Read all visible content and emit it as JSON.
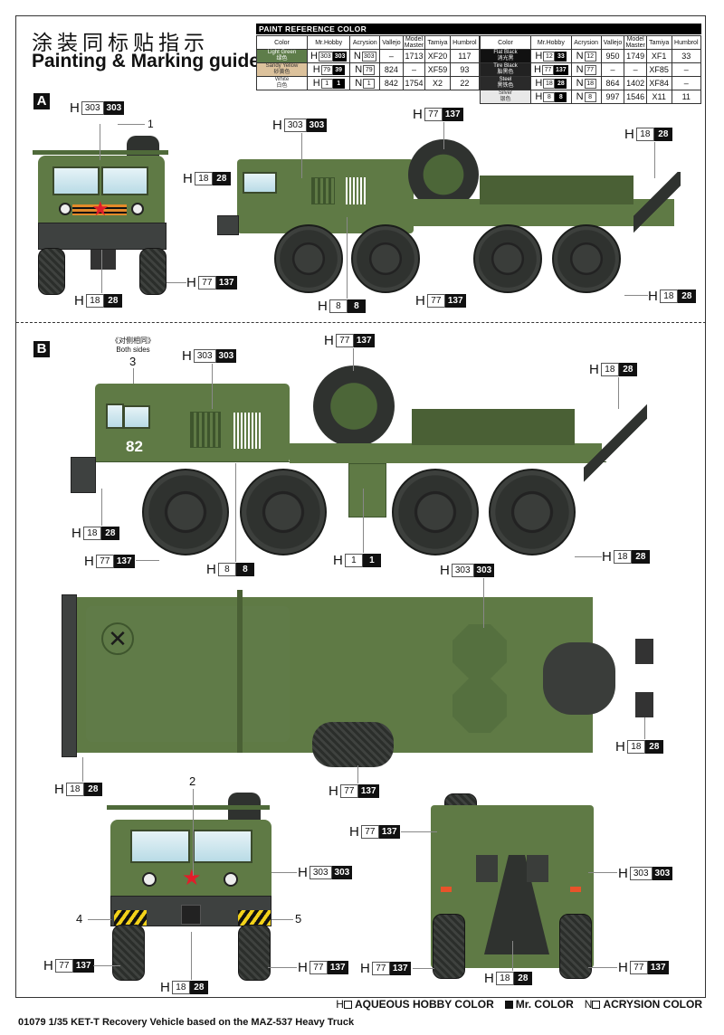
{
  "title": {
    "cn": "涂装同标贴指示",
    "en": "Painting & Marking guide"
  },
  "paint_table": {
    "header": "PAINT  REFERENCE COLOR",
    "columns": [
      "Color",
      "Mr.Hobby",
      "Acrysion",
      "Vallejo",
      "Model Master",
      "Tamiya",
      "Humbrol"
    ],
    "left_rows": [
      {
        "color_en": "Light Green",
        "color_cn": "绿色",
        "swatch": "#5e7d4a",
        "h_white": "303",
        "h_black": "303",
        "n": "303",
        "vallejo": "–",
        "model_master": "1713",
        "tamiya": "XF20",
        "humbrol": "117"
      },
      {
        "color_en": "Sandy Yellow",
        "color_cn": "砂黄色",
        "swatch": "#dcc29c",
        "h_white": "79",
        "h_black": "39",
        "n": "79",
        "vallejo": "824",
        "model_master": "–",
        "tamiya": "XF59",
        "humbrol": "93"
      },
      {
        "color_en": "White",
        "color_cn": "白色",
        "swatch": "#ffffff",
        "h_white": "1",
        "h_black": "1",
        "n": "1",
        "vallejo": "842",
        "model_master": "1754",
        "tamiya": "X2",
        "humbrol": "22"
      }
    ],
    "right_rows": [
      {
        "color_en": "Flat Black",
        "color_cn": "消光黑",
        "swatch": "#111111",
        "h_white": "12",
        "h_black": "33",
        "n": "12",
        "vallejo": "950",
        "model_master": "1749",
        "tamiya": "XF1",
        "humbrol": "33"
      },
      {
        "color_en": "Tire Black",
        "color_cn": "胎黑色",
        "swatch": "#222222",
        "h_white": "77",
        "h_black": "137",
        "n": "77",
        "vallejo": "–",
        "model_master": "–",
        "tamiya": "XF85",
        "humbrol": "–"
      },
      {
        "color_en": "Steel",
        "color_cn": "黑铁色",
        "swatch": "#2a2a2a",
        "h_white": "18",
        "h_black": "28",
        "n": "18",
        "vallejo": "864",
        "model_master": "1402",
        "tamiya": "XF84",
        "humbrol": "–"
      },
      {
        "color_en": "Silver",
        "color_cn": "银色",
        "swatch": "#e8e8e8",
        "h_white": "8",
        "h_black": "8",
        "n": "8",
        "vallejo": "997",
        "model_master": "1546",
        "tamiya": "X11",
        "humbrol": "11"
      }
    ]
  },
  "section_a": {
    "letter": "A",
    "callouts": [
      {
        "h": "H",
        "white": "303",
        "black": "303"
      },
      {
        "h": "H",
        "white": "18",
        "black": "28"
      },
      {
        "h": "H",
        "white": "77",
        "black": "137"
      },
      {
        "h": "H",
        "white": "303",
        "black": "303"
      },
      {
        "h": "H",
        "white": "18",
        "black": "28"
      },
      {
        "h": "H",
        "white": "77",
        "black": "137"
      },
      {
        "h": "H",
        "white": "18",
        "black": "28"
      },
      {
        "h": "H",
        "white": "8",
        "black": "8"
      },
      {
        "h": "H",
        "white": "77",
        "black": "137"
      },
      {
        "h": "H",
        "white": "18",
        "black": "28"
      }
    ],
    "marking_1": "1"
  },
  "section_b": {
    "letter": "B",
    "both_sides_cn": "《对侧相同》",
    "both_sides_en": "Both sides",
    "marking_3": "3",
    "vehicle_number": "82",
    "side_callouts": [
      {
        "h": "H",
        "white": "303",
        "black": "303"
      },
      {
        "h": "H",
        "white": "77",
        "black": "137"
      },
      {
        "h": "H",
        "white": "18",
        "black": "28"
      },
      {
        "h": "H",
        "white": "18",
        "black": "28"
      },
      {
        "h": "H",
        "white": "77",
        "black": "137"
      },
      {
        "h": "H",
        "white": "8",
        "black": "8"
      },
      {
        "h": "H",
        "white": "1",
        "black": "1"
      },
      {
        "h": "H",
        "white": "18",
        "black": "28"
      }
    ],
    "top_callouts": [
      {
        "h": "H",
        "white": "303",
        "black": "303"
      },
      {
        "h": "H",
        "white": "18",
        "black": "28"
      },
      {
        "h": "H",
        "white": "18",
        "black": "28"
      },
      {
        "h": "H",
        "white": "77",
        "black": "137"
      }
    ],
    "front_callouts": [
      {
        "h": "H",
        "white": "303",
        "black": "303"
      },
      {
        "h": "H",
        "white": "77",
        "black": "137"
      },
      {
        "h": "H",
        "white": "77",
        "black": "137"
      },
      {
        "h": "H",
        "white": "18",
        "black": "28"
      }
    ],
    "rear_callouts": [
      {
        "h": "H",
        "white": "77",
        "black": "137"
      },
      {
        "h": "H",
        "white": "303",
        "black": "303"
      },
      {
        "h": "H",
        "white": "77",
        "black": "137"
      },
      {
        "h": "H",
        "white": "77",
        "black": "137"
      },
      {
        "h": "H",
        "white": "18",
        "black": "28"
      }
    ],
    "marking_2": "2",
    "marking_4": "4",
    "marking_5": "5"
  },
  "legend": {
    "aqueous_prefix": "H",
    "aqueous": "AQUEOUS HOBBY COLOR",
    "mr_color": "Mr. COLOR",
    "acrysion_prefix": "N",
    "acrysion": "ACRYSION COLOR"
  },
  "caption": "01079 1/35  KET-T Recovery Vehicle based on the MAZ-537 Heavy Truck"
}
